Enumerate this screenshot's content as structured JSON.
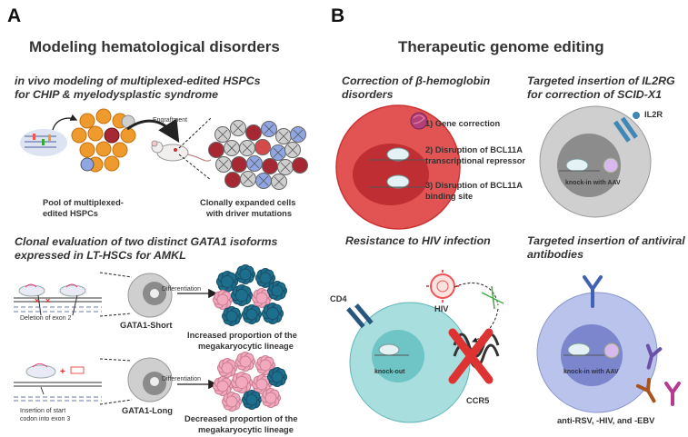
{
  "panel_a": {
    "letter": "A",
    "title": "Modeling hematological disorders",
    "sub1": [
      "in vivo modeling of multiplexed-edited HSPCs",
      "for CHIP & myelodysplastic syndrome"
    ],
    "engraftment": "Engraftment",
    "pool": [
      "Pool of multiplexed-",
      "edited HSPCs"
    ],
    "expanded": [
      "Clonally expanded cells",
      "with driver mutations"
    ],
    "sub2": [
      "Clonal evaluation of two distinct GATA1 isoforms",
      "expressed in LT-HSCs for AMKL"
    ],
    "differentiation": "Differentiation",
    "deletion": "Deletion of exon 2",
    "gata1_short": "GATA1-Short",
    "increased": [
      "Increased proportion of the",
      "megakaryocytic lineage"
    ],
    "insertion": [
      "Insertion of start",
      "codon into exon 3"
    ],
    "gata1_long": "GATA1-Long",
    "decreased": [
      "Decreased proportion of the",
      "megakaryocytic lineage"
    ]
  },
  "panel_b": {
    "letter": "B",
    "title": "Therapeutic genome editing",
    "hbb_title": [
      "Correction of β-hemoglobin",
      "disorders"
    ],
    "gene_correction": "1) Gene correction",
    "disruption1": [
      "2) Disruption of BCL11A",
      "transcriptional repressor"
    ],
    "disruption2": [
      "3) Disruption of BCL11A",
      "binding site"
    ],
    "il2rg_title": [
      "Targeted insertion of IL2RG",
      "for correction of SCID-X1"
    ],
    "il2r": "IL2R",
    "knockin1": "knock-in with AAV",
    "hiv_title": "Resistance to HIV infection",
    "cd4": "CD4",
    "hiv": "HIV",
    "knockout": "knock-out",
    "ccr5": "CCR5",
    "antiviral_title": [
      "Targeted insertion of antiviral",
      "antibodies"
    ],
    "knockin2": "knock-in with AAV",
    "anti": "anti-RSV, -HIV, and -EBV"
  },
  "colors": {
    "red_cell": "#e25454",
    "gray_cell": "#cfcfcf",
    "teal_cell": "#a9dede",
    "blue_cell": "#b9c3ec",
    "orange_hspc": "#ee9a2c"
  }
}
